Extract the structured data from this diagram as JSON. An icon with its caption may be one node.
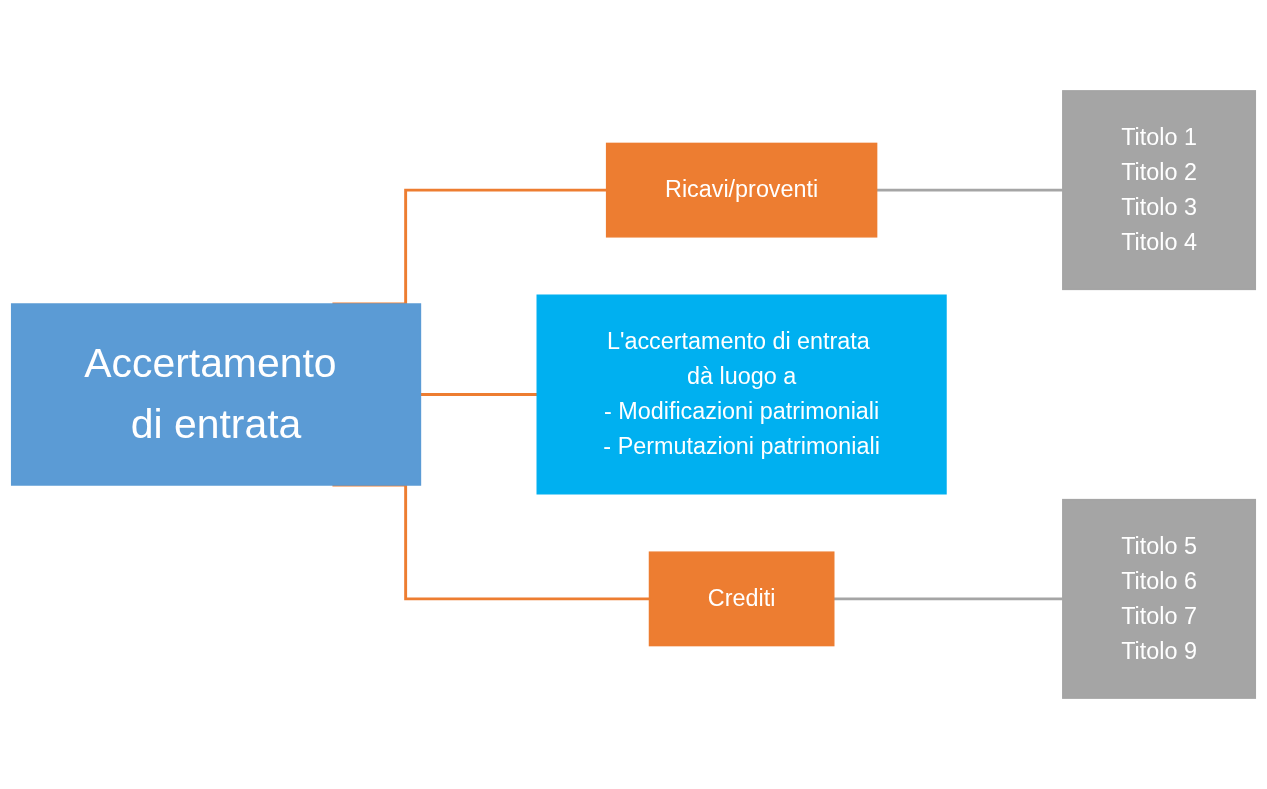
{
  "diagram": {
    "nodes": [
      {
        "text": [
          "Accertamento di entrata"
        ]
      },
      {
        "text": [
          "Ricavi/proventi"
        ]
      },
      {
        "text": [
          "L'accertamento di entrata dà luogo a",
          "- Modificazioni patrimoniali",
          "- Permutazioni patrimoniali"
        ]
      },
      {
        "text": [
          "Titolo 1",
          "Titolo 2",
          "Titolo 3",
          "Titolo 4"
        ]
      },
      {
        "text": [
          "Crediti"
        ]
      },
      {
        "text": [
          "Titolo 5",
          "Titolo 6",
          "Titolo 7",
          "Titolo 9"
        ]
      }
    ],
    "edges": [
      {
        "from": 0,
        "to": 1,
        "arrow": "none"
      },
      {
        "from": 0,
        "to": 2,
        "arrow": "none"
      },
      {
        "from": 0,
        "to": 4,
        "arrow": "none"
      },
      {
        "from": 1,
        "to": 3,
        "arrow": "none",
        "color": "#a5a5a5"
      },
      {
        "from": 4,
        "to": 5,
        "arrow": "none",
        "color": "#a5a5a5"
      }
    ]
  }
}
